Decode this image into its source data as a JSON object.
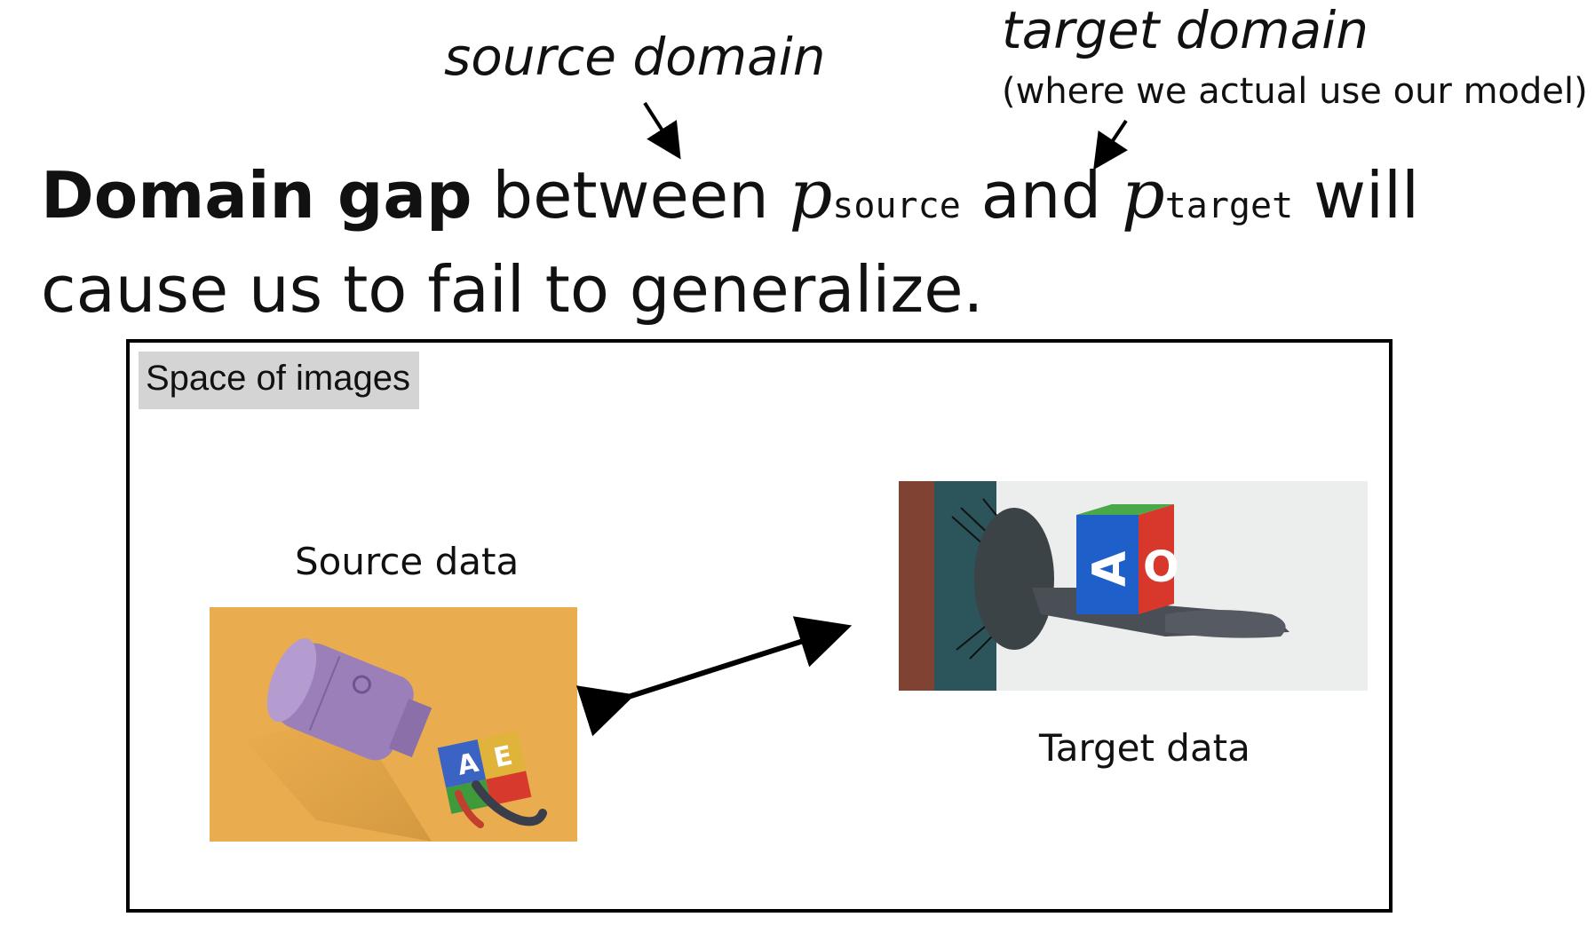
{
  "annotations": {
    "source_domain": "source domain",
    "target_domain": "target domain",
    "target_note": "(where we actual use our model)"
  },
  "headline": {
    "bold": "Domain gap",
    "text1": " between ",
    "p1": "p",
    "sub1": "source",
    "text2": " and ",
    "p2": "p",
    "sub2": "target",
    "text3": " will cause us to fail to generalize."
  },
  "panel": {
    "tag": "Space of images",
    "source_caption": "Source data",
    "target_caption": "Target data"
  },
  "colors": {
    "source_background": "#e9ac4e",
    "robot_purple": "#9b7fb8",
    "cube_blue": "#2a6fd6",
    "cube_red": "#d73a2c",
    "cube_green": "#3f9a3c"
  }
}
